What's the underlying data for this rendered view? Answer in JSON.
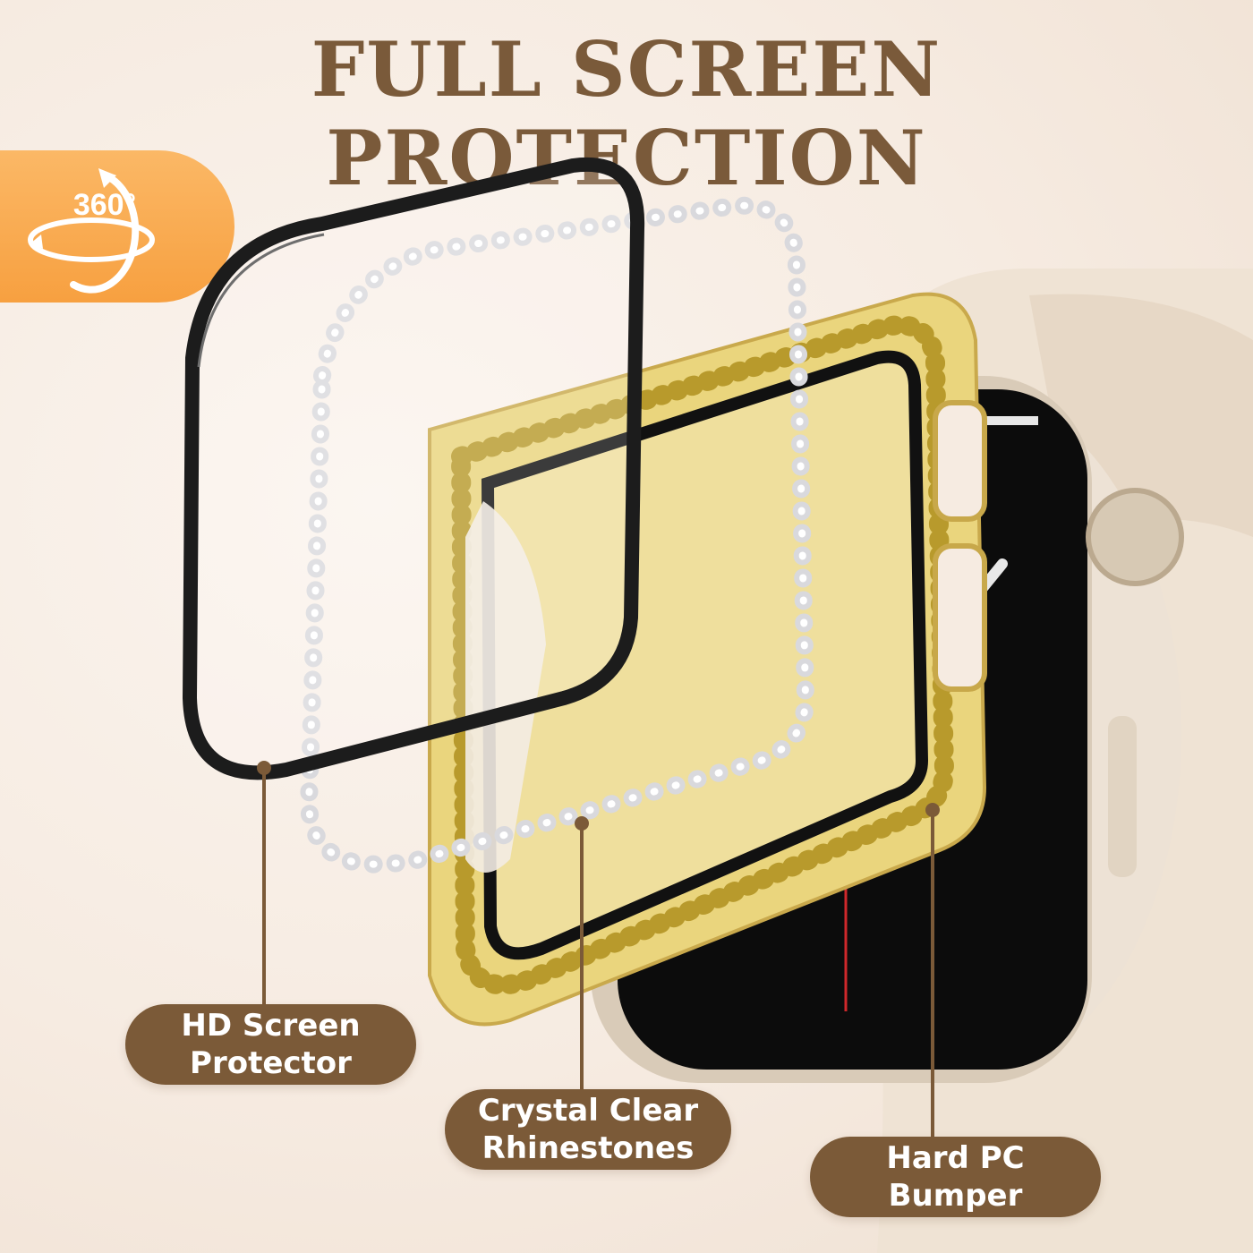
{
  "headline": "FULL SCREEN PROTECTION",
  "badge": {
    "text": "360°",
    "icon": "rotate-360-icon"
  },
  "callouts": {
    "screen_protector": "HD Screen\nProtector",
    "rhinestones": "Crystal Clear\nRhinestones",
    "bumper": "Hard PC\nBumper"
  },
  "colors": {
    "headline": "#7a5a3a",
    "callout_bg": "#7b5a38",
    "badge_bg": "#f7a040",
    "gold_bumper": "#e8cf6e"
  }
}
